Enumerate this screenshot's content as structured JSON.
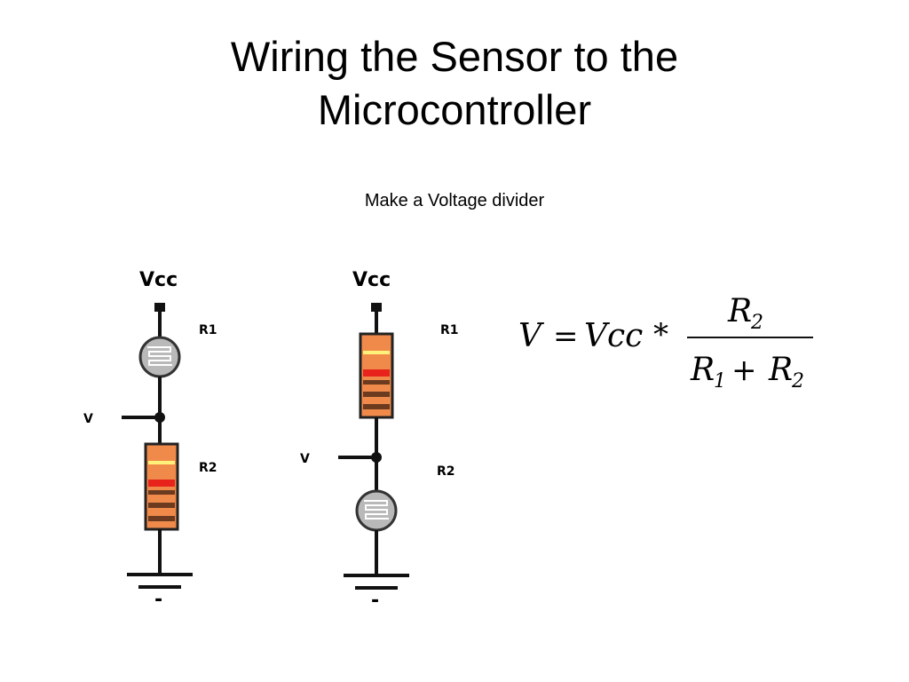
{
  "slide": {
    "title_line1": "Wiring the Sensor to the",
    "title_line2": "Microcontroller",
    "subtitle": "Make a Voltage divider"
  },
  "circuit_left": {
    "supply_label": "Vcc",
    "top_component_label": "R1",
    "bottom_component_label": "R2",
    "output_label": "V",
    "ground_label": "-"
  },
  "circuit_right": {
    "supply_label": "Vcc",
    "top_component_label": "R1",
    "bottom_component_label": "R2",
    "output_label": "V",
    "ground_label": "-"
  },
  "equation": {
    "lhs": "V",
    "equals": "=",
    "supply": "Vcc",
    "times": "*",
    "numerator_symbol": "R",
    "numerator_sub": "2",
    "denom_symbol_1": "R",
    "denom_sub_1": "1",
    "plus": "+",
    "denom_symbol_2": "R",
    "denom_sub_2": "2"
  },
  "colors": {
    "wire": "#111111",
    "resistor_body": "#f08a4b",
    "band_yellow": "#fff27a",
    "band_red": "#e8231c",
    "band_brown": "#6b3a1f",
    "ldr_body": "#b9b9b9"
  }
}
